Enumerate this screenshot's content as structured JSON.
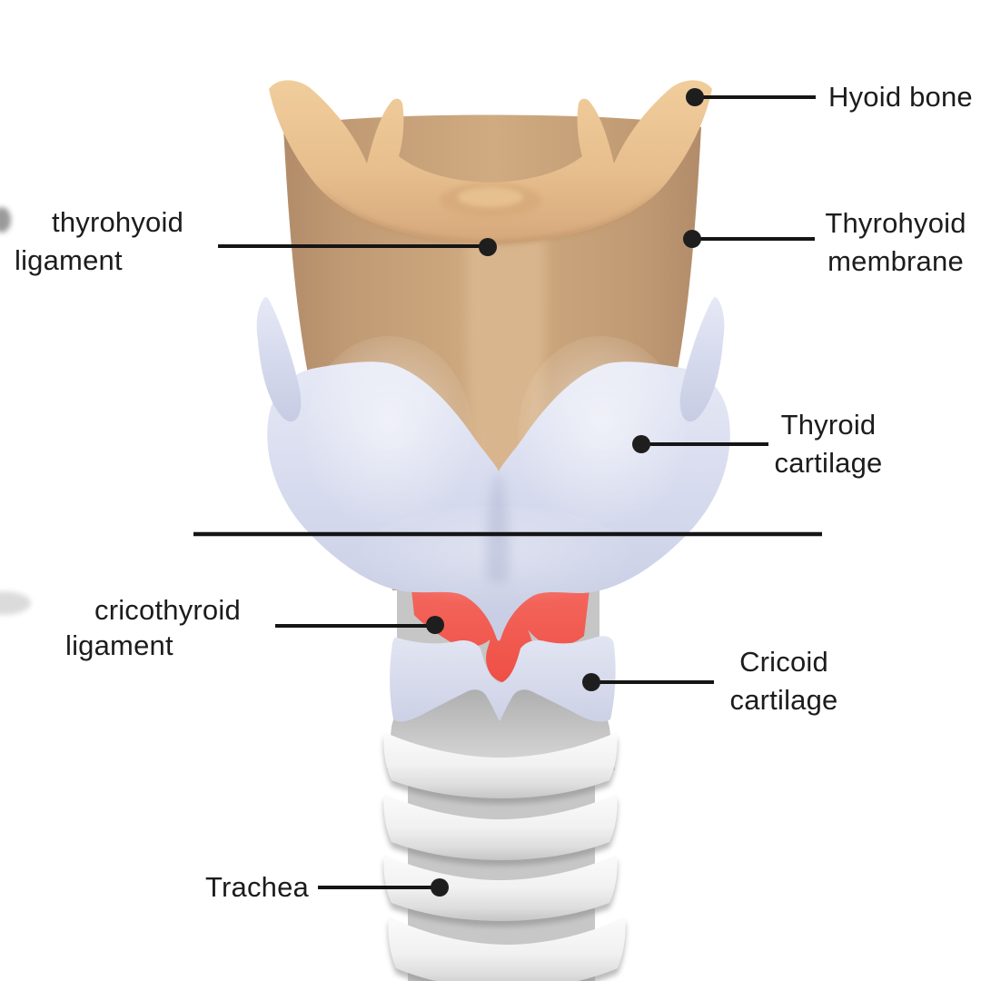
{
  "labels": {
    "hyoid_bone": {
      "text": "Hyoid bone"
    },
    "thyrohyoid_ligament": {
      "line1": "thyrohyoid",
      "line2": "ligament"
    },
    "thyrohyoid_membrane": {
      "line1": "Thyrohyoid",
      "line2": "membrane"
    },
    "thyroid_cartilage": {
      "line1": "Thyroid",
      "line2": "cartilage"
    },
    "cricothyroid_ligament": {
      "line1": "cricothyroid",
      "line2": "ligament"
    },
    "cricoid_cartilage": {
      "line1": "Cricoid",
      "line2": "cartilage"
    },
    "trachea": {
      "text": "Trachea"
    }
  },
  "colors": {
    "background": "#ffffff",
    "hyoid_bone_tan": "#ecc492",
    "membrane_tan": "#c9a37a",
    "median_ligament_tan": "#d9b68e",
    "cartilage_lavender": "#d7dbee",
    "cricothyroid_ligament_red": "#f15a50",
    "posterior_grey": "#c6c6c6",
    "trachea_ring_grey": "#ededed",
    "leader_line": "#151515",
    "label_text": "#1c1c1c"
  }
}
